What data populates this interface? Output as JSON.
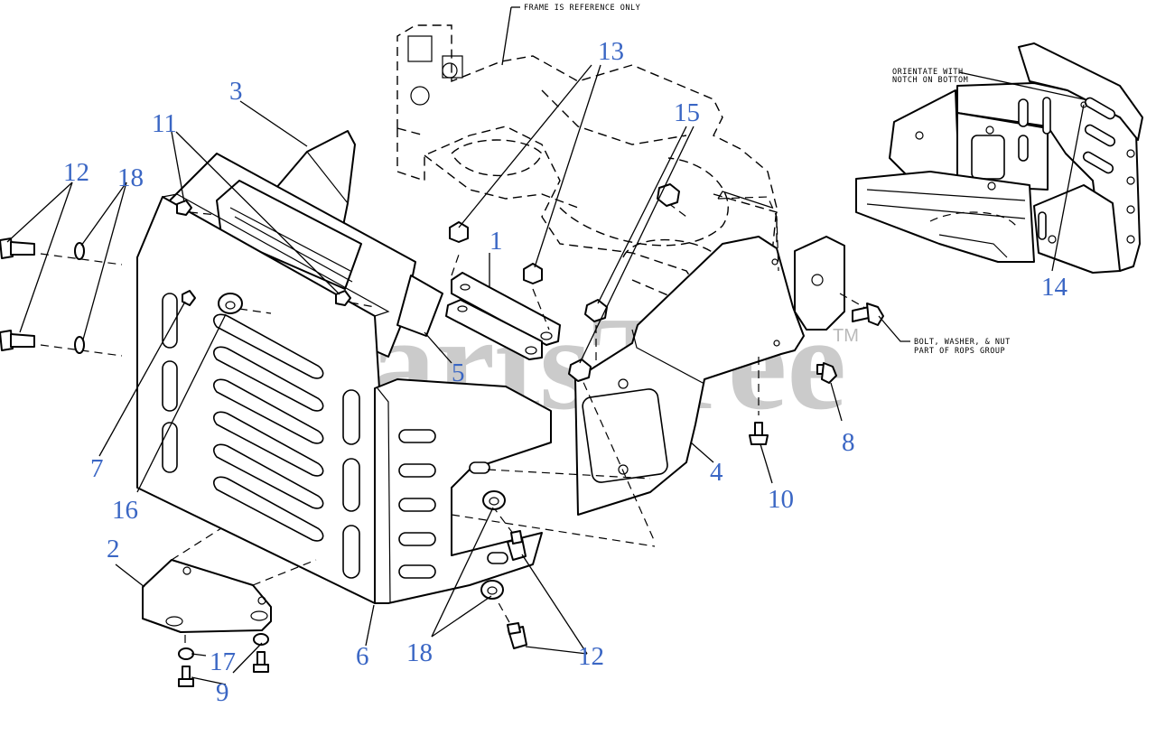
{
  "watermark": {
    "text": "PartsTree",
    "trademark": "TM",
    "color": "#b5b5b5"
  },
  "callout_color": "#3a66c4",
  "notes": {
    "frame": "FRAME IS REFERENCE ONLY",
    "orient_line1": "ORIENTATE WITH",
    "orient_line2": "NOTCH ON BOTTOM",
    "bolt_line1": "BOLT, WASHER, & NUT",
    "bolt_line2": "PART OF ROPS GROUP"
  },
  "callouts": {
    "c1": "1",
    "c2": "2",
    "c3": "3",
    "c4": "4",
    "c5": "5",
    "c6": "6",
    "c7": "7",
    "c8": "8",
    "c9": "9",
    "c10": "10",
    "c11": "11",
    "c12a": "12",
    "c12b": "12",
    "c13": "13",
    "c14": "14",
    "c15": "15",
    "c16": "16",
    "c17": "17",
    "c18a": "18",
    "c18b": "18"
  }
}
